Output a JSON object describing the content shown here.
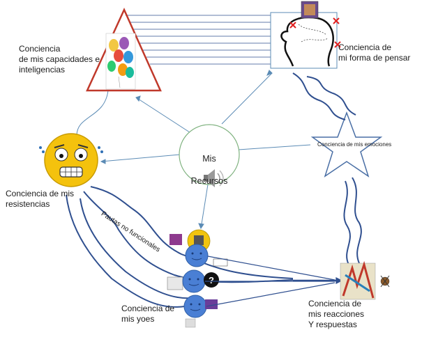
{
  "center": {
    "line1": "Mis",
    "line2": "Recursos"
  },
  "labels": {
    "capacidades": "Conciencia\nde mis capacidades e\ninteligencias",
    "forma_pensar": "Conciencia de\nmi forma de pensar",
    "emociones": "Conciencia de mis emociones",
    "resistencias": "Conciencia de mis\nresistencias",
    "yoes": "Conciencia de\nmis yoes",
    "reacciones": "Conciencia de\nmis reacciones\nY respuestas",
    "pautas": "Pautas no funcionales"
  },
  "icons": {
    "balloons": "balloons-icon",
    "head": "head-profile-icon",
    "face": "scared-face-icon",
    "speaker": "speaker-icon",
    "star": "star-icon"
  },
  "colors": {
    "connector": "#5b8bb5",
    "triangle": "#c0392b",
    "center_circle": "#7fb27f",
    "star_stroke": "#4a6fa5",
    "face": "#f4c20d",
    "small_face": "#4a7fd4",
    "wave": "#2f4f8f"
  }
}
